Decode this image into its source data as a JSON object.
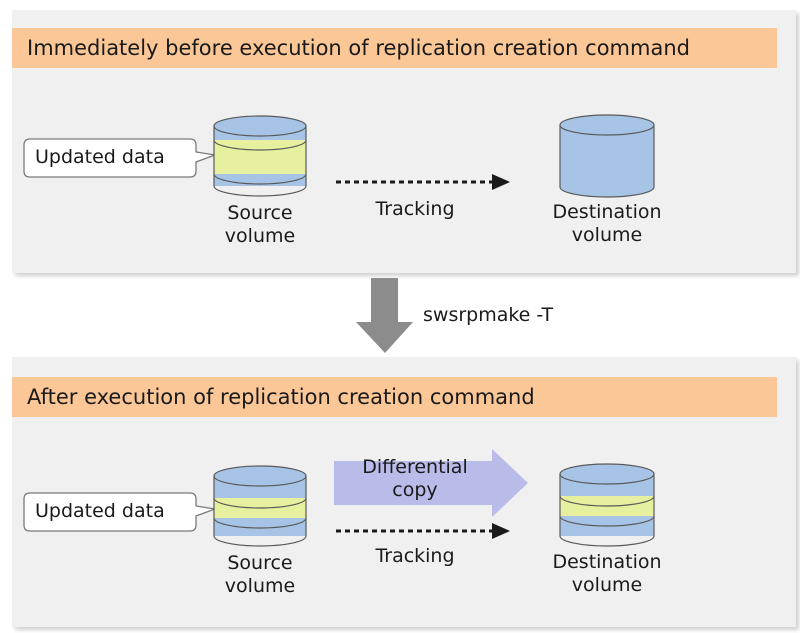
{
  "top_panel": {
    "title": "Immediately before execution of replication creation command",
    "callout": "Updated data",
    "source_line1": "Source",
    "source_line2": "volume",
    "arrow_label": "Tracking",
    "dest_line1": "Destination",
    "dest_line2": "volume"
  },
  "transition": {
    "command": "swsrpmake -T"
  },
  "bottom_panel": {
    "title": "After execution of replication creation command",
    "callout": "Updated data",
    "source_line1": "Source",
    "source_line2": "volume",
    "copy_line1": "Differential",
    "copy_line2": "copy",
    "arrow_label": "Tracking",
    "dest_line1": "Destination",
    "dest_line2": "volume"
  },
  "colors": {
    "banner": "#fbc797",
    "panel": "#f0f0f0",
    "volume_blue": "#a7c4e6",
    "updated_yellow": "#e8f0a0",
    "copy_arrow": "#b9bce9",
    "transition_arrow": "#8c8c8c"
  }
}
